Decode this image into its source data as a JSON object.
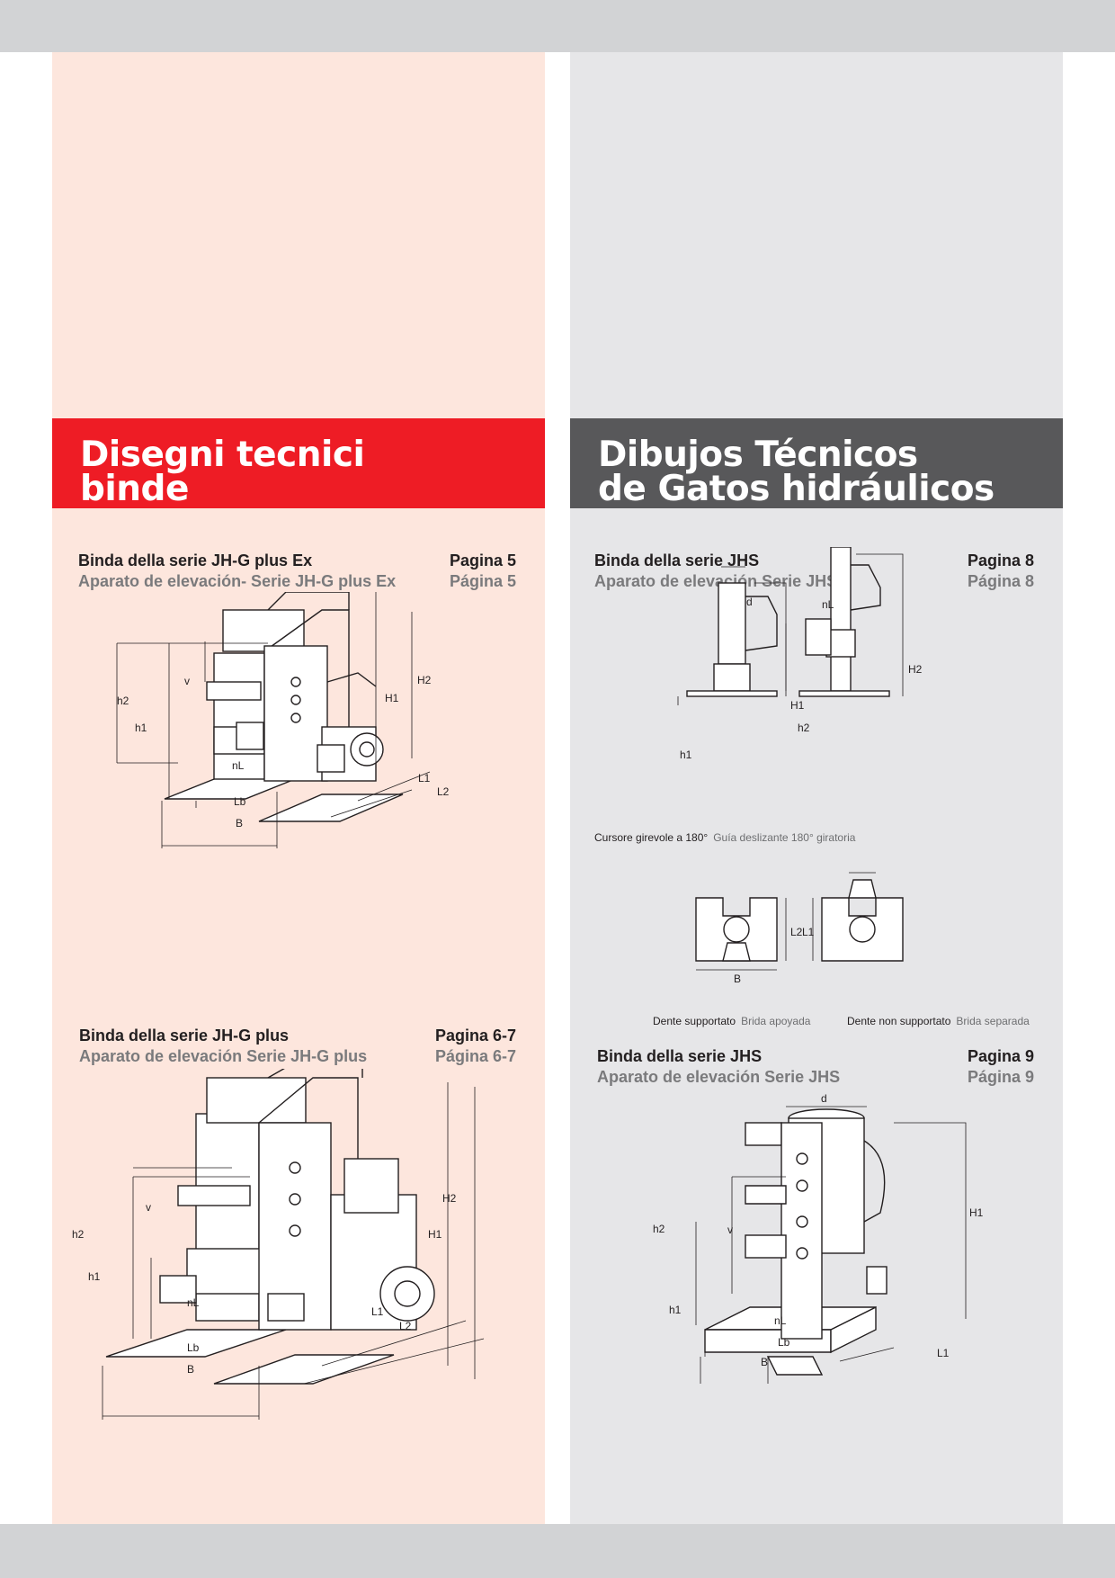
{
  "left": {
    "banner_title_1": "Disegni tecnici",
    "banner_title_2": "binde",
    "sec1": {
      "title_it": "Binda della serie JH-G plus Ex",
      "title_es": "Aparato de elevación- Serie JH-G plus Ex",
      "page_it": "Pagina 5",
      "page_es": "Página 5"
    },
    "sec2": {
      "title_it": "Binda della serie JH-G plus",
      "title_es": "Aparato de elevación Serie JH-G plus",
      "page_it": "Pagina 6-7",
      "page_es": "Página 6-7"
    }
  },
  "right": {
    "banner_title_1": "Dibujos Técnicos",
    "banner_title_2": "de Gatos hidráulicos",
    "sec1": {
      "title_it": "Binda della serie JHS",
      "title_es": "Aparato de elevación Serie JHS",
      "page_it": "Pagina 8",
      "page_es": "Página 8"
    },
    "sec2": {
      "title_it": "Binda della serie JHS",
      "title_es": "Aparato de elevación Serie JHS",
      "page_it": "Pagina 9",
      "page_es": "Página 9"
    },
    "rotating_caption_it": "Cursore girevole a 180°",
    "rotating_caption_es": "Guía deslizante 180° giratoria",
    "supported_it": "Dente supportato",
    "supported_es": "Brida apoyada",
    "unsupported_it": "Dente non supportato",
    "unsupported_es": "Brida separada"
  },
  "dims": {
    "v": "v",
    "h1": "h1",
    "h2": "h2",
    "H1": "H1",
    "H2": "H2",
    "L1": "L1",
    "L2": "L2",
    "Lb": "Lb",
    "B": "B",
    "nL": "nL",
    "d": "d"
  },
  "colors": {
    "red": "#ee1c25",
    "dark_gray": "#58585a",
    "left_bg": "#fde6dd",
    "right_bg": "#e6e6e8"
  }
}
